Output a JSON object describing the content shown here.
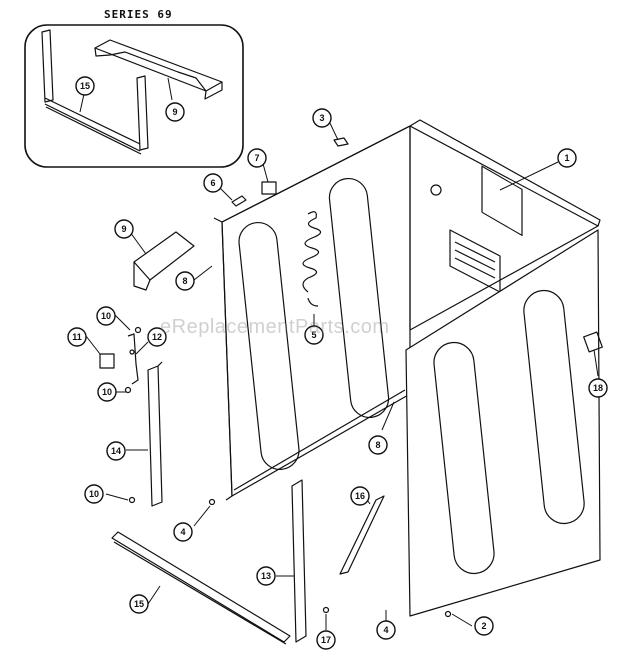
{
  "diagram": {
    "inset_title": "SERIES 69",
    "watermark": "eReplacementParts.com",
    "callouts": [
      {
        "id": "c15a",
        "label": "15"
      },
      {
        "id": "c9a",
        "label": "9"
      },
      {
        "id": "c3",
        "label": "3"
      },
      {
        "id": "c7",
        "label": "7"
      },
      {
        "id": "c1",
        "label": "1"
      },
      {
        "id": "c6",
        "label": "6"
      },
      {
        "id": "c9b",
        "label": "9"
      },
      {
        "id": "c8a",
        "label": "8"
      },
      {
        "id": "c5",
        "label": "5"
      },
      {
        "id": "c10a",
        "label": "10"
      },
      {
        "id": "c11",
        "label": "11"
      },
      {
        "id": "c12",
        "label": "12"
      },
      {
        "id": "c10b",
        "label": "10"
      },
      {
        "id": "c18",
        "label": "18"
      },
      {
        "id": "c8b",
        "label": "8"
      },
      {
        "id": "c14",
        "label": "14"
      },
      {
        "id": "c10c",
        "label": "10"
      },
      {
        "id": "c4a",
        "label": "4"
      },
      {
        "id": "c16",
        "label": "16"
      },
      {
        "id": "c13",
        "label": "13"
      },
      {
        "id": "c15b",
        "label": "15"
      },
      {
        "id": "c17",
        "label": "17"
      },
      {
        "id": "c4b",
        "label": "4"
      },
      {
        "id": "c2",
        "label": "2"
      }
    ]
  }
}
